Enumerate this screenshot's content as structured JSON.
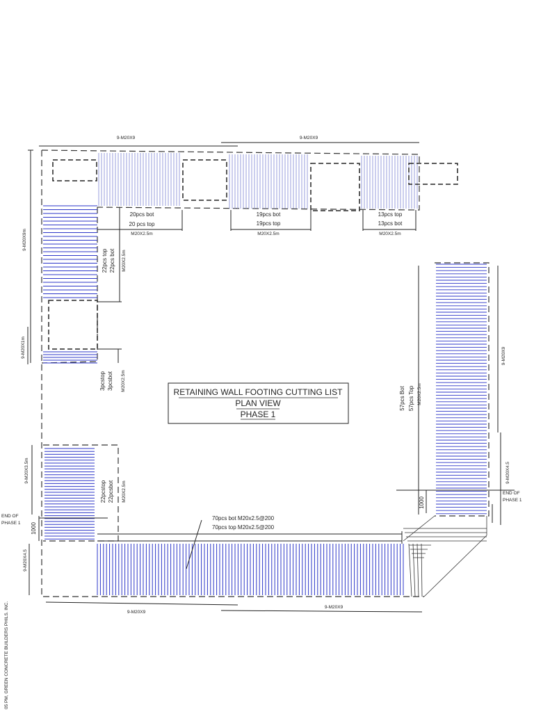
{
  "title_block": {
    "line1": "RETAINING WALL FOOTING CUTTING LIST",
    "line2": "PLAN VIEW",
    "line3": "PHASE 1"
  },
  "top_dims": {
    "left": "9-M20X9",
    "right": "9-M20X9"
  },
  "bottom_dims": {
    "left": "9-M20X9",
    "right": "9-M20X9"
  },
  "left_dims": {
    "upper": "9-M20X9m",
    "middle": "9-M20X1m",
    "lower": "9-M20X3.5m",
    "bottom": "9-M20X4.5"
  },
  "right_dims": {
    "upper": "9-M20X9",
    "lower": "9-M20X4.5"
  },
  "top_labels": [
    {
      "line1": "20pcs bot",
      "line2": "20 pcs top",
      "size": "M20X2.5m"
    },
    {
      "line1": "19pcs bot",
      "line2": "19pcs top",
      "size": "M20X2.5m"
    },
    {
      "line1": "13pcs top",
      "line2": "13pcs bot",
      "size": "M20X2.5m"
    }
  ],
  "left_labels": [
    {
      "line1": "22pcs top",
      "line2": "22pcs bot",
      "size": "M20X2.5m"
    },
    {
      "line1": "3pcstop",
      "line2": "3pcsbot",
      "size": "M20X2.5m"
    },
    {
      "line1": "22pcstop",
      "line2": "22pcsbot",
      "size": "M20X2.5m"
    }
  ],
  "right_label": {
    "line1": "57pcs Bot",
    "line2": "57pcs Top",
    "size": "M20X2.5m"
  },
  "bottom_label": {
    "line1": "70pcs bot M20x2.5@200",
    "line2": "70pcs top M20x2.5@200"
  },
  "end_phase_left": {
    "line1": "END OF",
    "line2": "PHASE 1",
    "dim": "1000"
  },
  "end_phase_right": {
    "line1": "END OF",
    "line2": "PHASE 1",
    "dim": "1000"
  },
  "footer": "05 PM, GREEN CONCRETE BUILDERS PHILS. INC.",
  "colors": {
    "rebar": "#2b35c8",
    "rebar_light": "#8c93d8",
    "line": "#222222"
  }
}
